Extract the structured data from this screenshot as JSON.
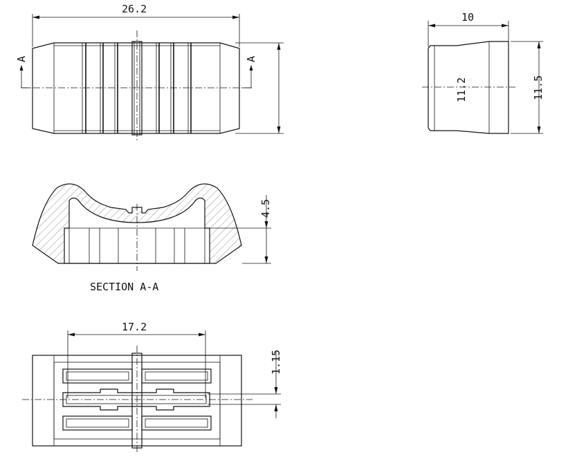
{
  "dimensions": {
    "top_width": "26.2",
    "top_height": "11.2",
    "side_width": "10",
    "side_height": "11.5",
    "section_depth": "4.5",
    "bottom_span": "17.2",
    "bottom_gap": "1.15"
  },
  "section": {
    "marker_left": "A",
    "marker_right": "A",
    "caption": "SECTION A-A"
  }
}
